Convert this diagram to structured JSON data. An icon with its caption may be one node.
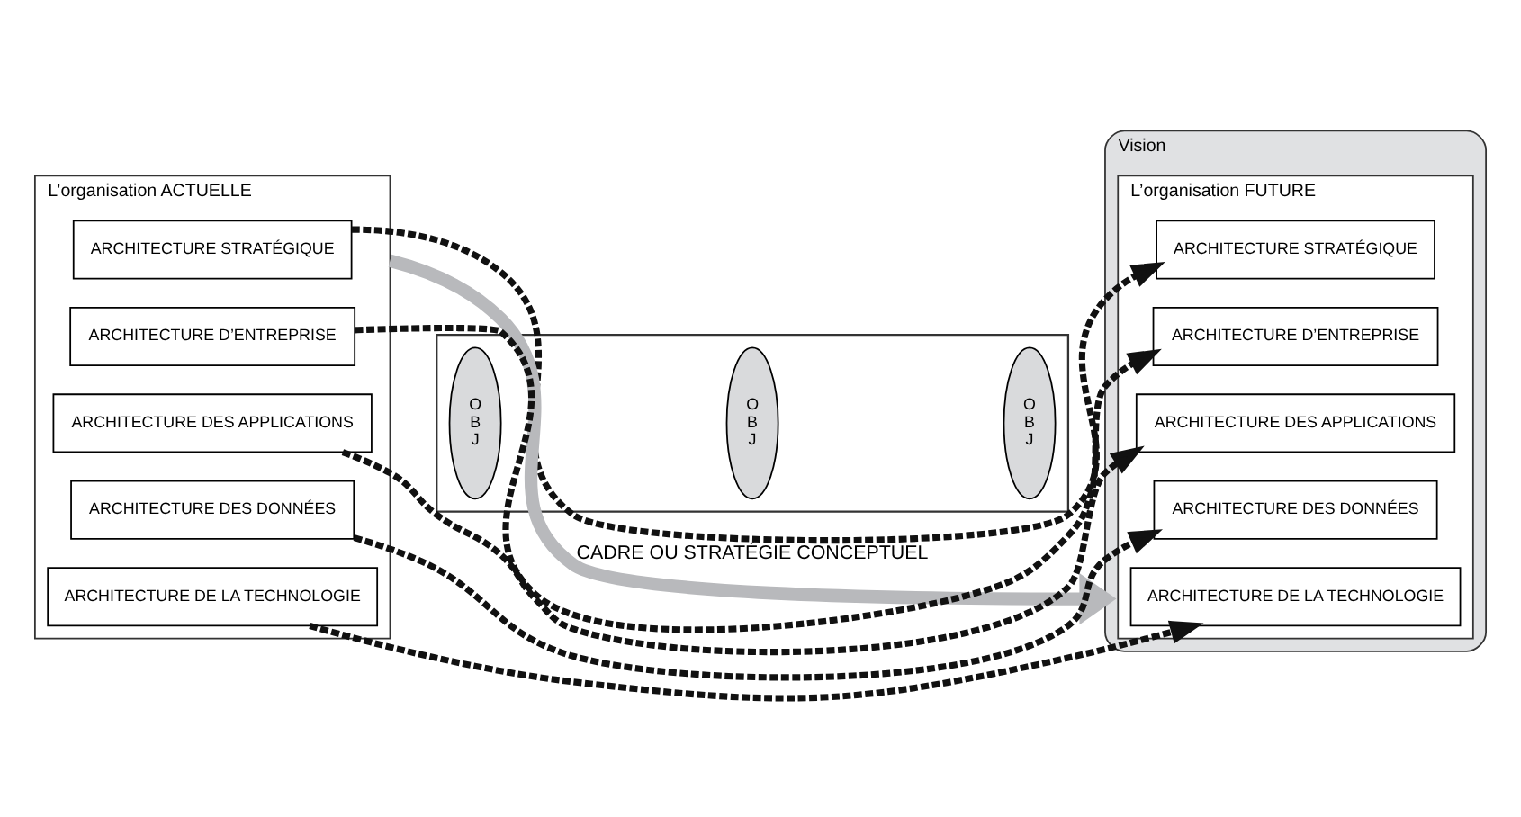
{
  "diagram": {
    "nodes": [
      {
        "text": [
          "L’organisation ACTUELLE"
        ]
      },
      {
        "text": [
          "ARCHITECTURE STRATÉGIQUE"
        ],
        "in": 0
      },
      {
        "text": [
          "ARCHITECTURE D’ENTREPRISE"
        ],
        "in": 0
      },
      {
        "text": [
          "ARCHITECTURE DES APPLICATIONS"
        ],
        "in": 0
      },
      {
        "text": [
          "ARCHITECTURE DES DONNÉES"
        ],
        "in": 0
      },
      {
        "text": [
          "ARCHITECTURE DE LA TECHNOLOGIE"
        ],
        "in": 0
      },
      {
        "text": [],
        "shape": "pentagon"
      },
      {
        "text": [
          "O B J"
        ],
        "in": 6
      },
      {
        "text": [
          "O B J"
        ],
        "in": 6
      },
      {
        "text": [
          "O B J"
        ],
        "in": 6
      },
      {
        "text": [
          "Vision"
        ]
      },
      {
        "text": [
          "L’organisation FUTURE"
        ],
        "in": 10
      },
      {
        "text": [
          "ARCHITECTURE STRATÉGIQUE"
        ],
        "in": 11
      },
      {
        "text": [
          "ARCHITECTURE D’ENTREPRISE"
        ],
        "in": 11
      },
      {
        "text": [
          "ARCHITECTURE DES APPLICATIONS"
        ],
        "in": 11
      },
      {
        "text": [
          "ARCHITECTURE DES DONNÉES"
        ],
        "in": 11
      },
      {
        "text": [
          "ARCHITECTURE DE LA TECHNOLOGIE"
        ],
        "in": 11
      }
    ],
    "edges": [
      {
        "from": 0,
        "to": 10,
        "arrow": "to",
        "label": "CADRE OU STRATÉGIE CONCEPTUEL",
        "style": "thick",
        "color": "#b8b9bc"
      },
      {
        "from": 1,
        "to": 12,
        "arrow": "to",
        "style": "dashed"
      },
      {
        "from": 2,
        "to": 13,
        "arrow": "to",
        "style": "dashed"
      },
      {
        "from": 3,
        "to": 14,
        "arrow": "to",
        "style": "dashed"
      },
      {
        "from": 4,
        "to": 15,
        "arrow": "to",
        "style": "dashed"
      },
      {
        "from": 5,
        "to": 16,
        "arrow": "to",
        "style": "dashed"
      }
    ]
  }
}
